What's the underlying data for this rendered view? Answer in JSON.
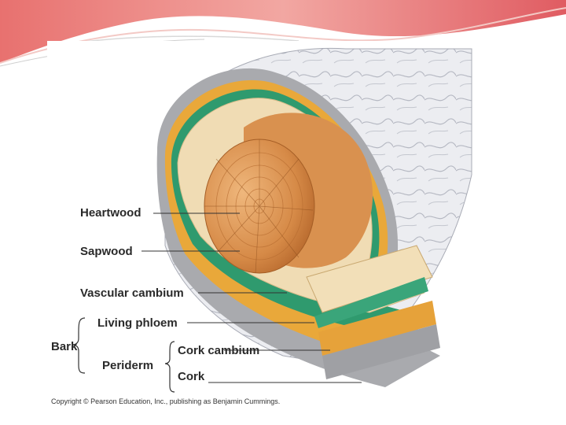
{
  "diagram": {
    "labels": {
      "heartwood": "Heartwood",
      "sapwood": "Sapwood",
      "vascular_cambium": "Vascular cambium",
      "living_phloem": "Living phloem",
      "bark": "Bark",
      "periderm": "Periderm",
      "cork_cambium": "Cork cambium",
      "cork": "Cork"
    },
    "copyright": "Copyright © Pearson Education, Inc., publishing as Benjamin Cummings.",
    "colors": {
      "heartwood": "#d9914f",
      "sapwood": "#f0dcb4",
      "vascular_cambium": "#2f9a6e",
      "phloem": "#e9a83a",
      "cork": "#c9c9c9",
      "header_accent": "#e8716f"
    }
  }
}
